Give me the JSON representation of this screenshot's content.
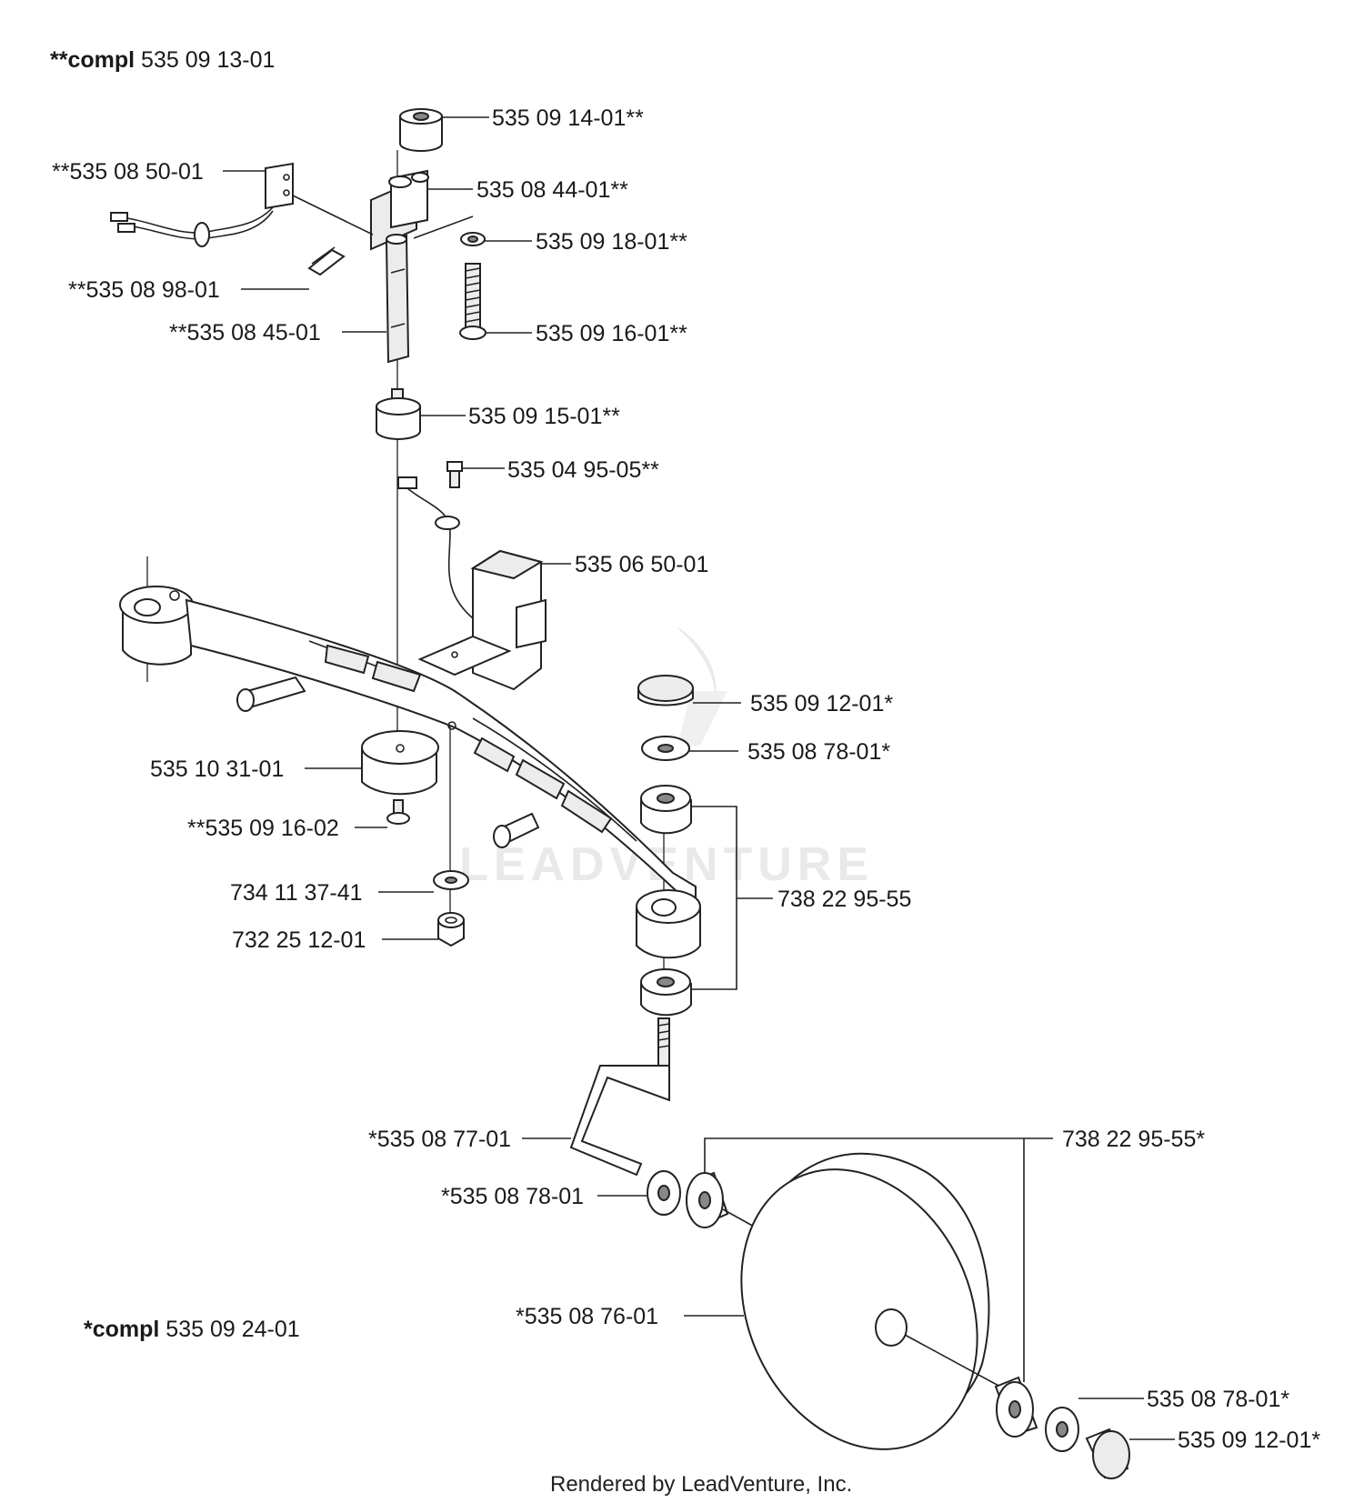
{
  "headers": {
    "top": {
      "bold": "**compl",
      "rest": " 535 09 13-01"
    },
    "bottom": {
      "bold": "*compl",
      "rest": " 535 09 24-01"
    }
  },
  "labels": {
    "p_535_09_14_01": "535 09 14-01**",
    "p_535_08_50_01": "**535 08 50-01",
    "p_535_08_44_01": "535 08 44-01**",
    "p_535_09_18_01": "535 09 18-01**",
    "p_535_08_98_01": "**535 08 98-01",
    "p_535_08_45_01": "**535 08 45-01",
    "p_535_09_16_01": "535 09 16-01**",
    "p_535_09_15_01": "535 09 15-01**",
    "p_535_04_95_05": "535 04 95-05**",
    "p_535_06_50_01": "535 06 50-01",
    "p_535_09_12_01_a": "535 09 12-01*",
    "p_535_08_78_01_a": "535 08 78-01*",
    "p_535_10_31_01": "535 10 31-01",
    "p_535_09_16_02": "**535 09 16-02",
    "p_738_22_95_55": "738 22 95-55",
    "p_734_11_37_41": "734 11 37-41",
    "p_732_25_12_01": "732 25 12-01",
    "p_535_08_77_01": "*535 08 77-01",
    "p_738_22_95_55_s": "738 22 95-55*",
    "p_535_08_78_01_b": "*535 08 78-01",
    "p_535_08_76_01": "*535 08 76-01",
    "p_535_08_78_01_c": "535 08 78-01*",
    "p_535_09_12_01_b": "535 09 12-01*"
  },
  "watermark": "LEADVENTURE",
  "footer": "Rendered by LeadVenture, Inc."
}
